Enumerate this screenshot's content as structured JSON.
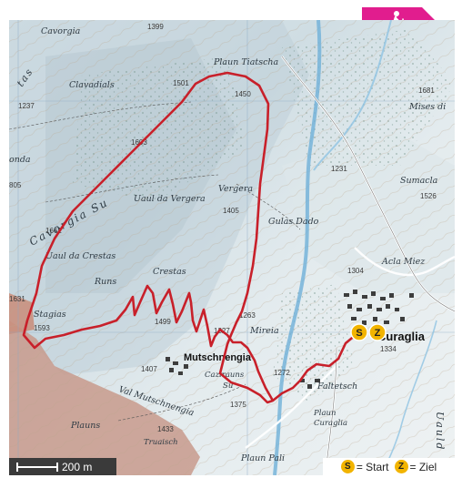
{
  "badge": {
    "icon": "hiking-person-icon",
    "color": "#e11d8e"
  },
  "map": {
    "route_color": "#c8202a",
    "places": {
      "cavorgia": "Cavorgia",
      "clavadials": "Clavadials",
      "plaun_tiatscha": "Plaun Tiatscha",
      "mises": "Mises di",
      "uaul_da_vergera": "Uaul da Vergera",
      "vergera": "Vergera",
      "gulas_dado": "Gulas Dado",
      "sumacla": "Sumacla",
      "acla_miez": "Acla Miez",
      "uaul_da_crestas": "Uaul da Crestas",
      "runs": "Runs",
      "crestas": "Crestas",
      "stagias": "Stagias",
      "mireia": "Mireia",
      "curaglia": "Curaglia",
      "mutschnengia": "Mutschnengia",
      "cazirauns": "Cazirauns",
      "su": "Su",
      "faltetsch": "Faltetsch",
      "plaun_curaglia_1": "Plaun",
      "plaun_curaglia_2": "Curaglia",
      "val_mutschnengia": "Val Mutschnengia",
      "plauns": "Plauns",
      "truaisch": "Truaisch",
      "plaun_pali": "Plaun Pali",
      "cavorgia_su": "Cavorgia Su",
      "uauld": "Uauld",
      "onda": "onda",
      "tas": "tas"
    },
    "heights": {
      "h1399": "1399",
      "h1501": "1501",
      "h1450": "1450",
      "h1237": "1237",
      "h1681": "1681",
      "h1603": "1603",
      "h1231": "1231",
      "h1526": "1526",
      "h1405": "1405",
      "h1661": "1661",
      "h1304": "1304",
      "h1631": "1631",
      "h1593": "1593",
      "h1499": "1499",
      "h1327": "1327",
      "h1263": "1263",
      "h1334": "1334",
      "h1407": "1407",
      "h1272": "1272",
      "h1375": "1375",
      "h1433": "1433",
      "h805": "805"
    },
    "markers": {
      "start": "S",
      "goal": "Z"
    }
  },
  "scale": {
    "label": "200 m"
  },
  "legend": {
    "start_letter": "S",
    "start_text": "= Start",
    "goal_letter": "Z",
    "goal_text": "= Ziel"
  }
}
